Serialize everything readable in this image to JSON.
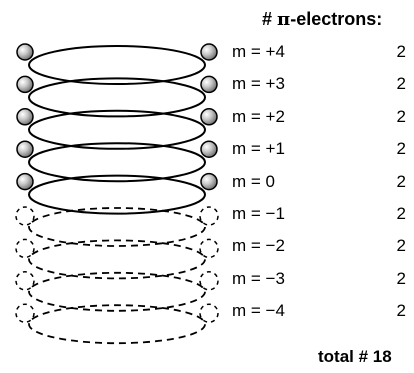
{
  "header": {
    "hash": "#",
    "pi": "π",
    "label": "-electrons:"
  },
  "levels": [
    {
      "m": "m = +4",
      "count": "2",
      "filled": true
    },
    {
      "m": "m = +3",
      "count": "2",
      "filled": true
    },
    {
      "m": "m = +2",
      "count": "2",
      "filled": true
    },
    {
      "m": "m = +1",
      "count": "2",
      "filled": true
    },
    {
      "m": "m = 0",
      "count": "2",
      "filled": true
    },
    {
      "m": "m = −1",
      "count": "2",
      "filled": false
    },
    {
      "m": "m = −2",
      "count": "2",
      "filled": false
    },
    {
      "m": "m = −3",
      "count": "2",
      "filled": false
    },
    {
      "m": "m = −4",
      "count": "2",
      "filled": false
    }
  ],
  "total": {
    "label": "total #",
    "value": "18"
  }
}
